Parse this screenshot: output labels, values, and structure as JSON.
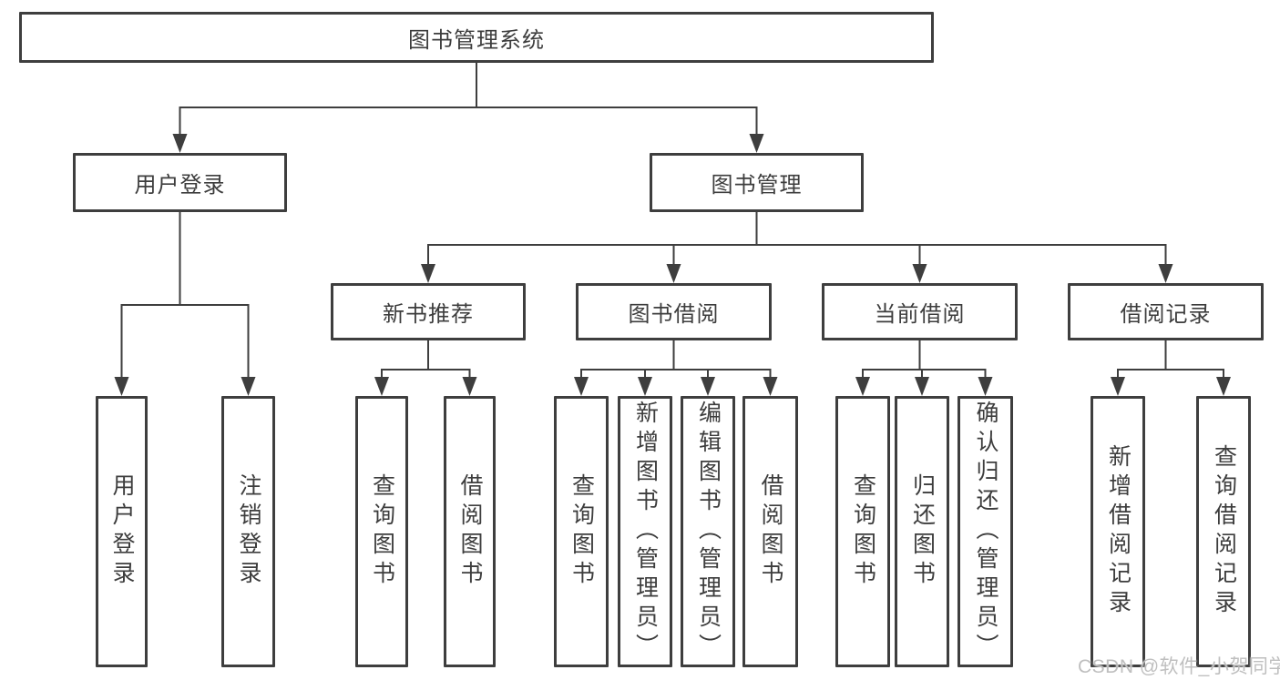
{
  "colors": {
    "line": "#3e3e3e",
    "text": "#3d3d3d",
    "watermark": "#bfbfbf",
    "background": "#ffffff"
  },
  "tree": {
    "root": {
      "label": "图书管理系统"
    },
    "branches": [
      {
        "label": "用户登录",
        "children": [
          {
            "label": "用户登录"
          },
          {
            "label": "注销登录"
          }
        ]
      },
      {
        "label": "图书管理",
        "children": [
          {
            "label": "新书推荐",
            "children": [
              {
                "label": "查询图书"
              },
              {
                "label": "借阅图书"
              }
            ]
          },
          {
            "label": "图书借阅",
            "children": [
              {
                "label": "查询图书"
              },
              {
                "label": "新增图书（管理员）"
              },
              {
                "label": "编辑图书（管理员）"
              },
              {
                "label": "借阅图书"
              }
            ]
          },
          {
            "label": "当前借阅",
            "children": [
              {
                "label": "查询图书"
              },
              {
                "label": "归还图书"
              },
              {
                "label": "确认归还（管理员）"
              }
            ]
          },
          {
            "label": "借阅记录",
            "children": [
              {
                "label": "新增借阅记录"
              },
              {
                "label": "查询借阅记录"
              }
            ]
          }
        ]
      }
    ]
  },
  "watermark": {
    "text": "CSDN @软件_小贺同学"
  }
}
